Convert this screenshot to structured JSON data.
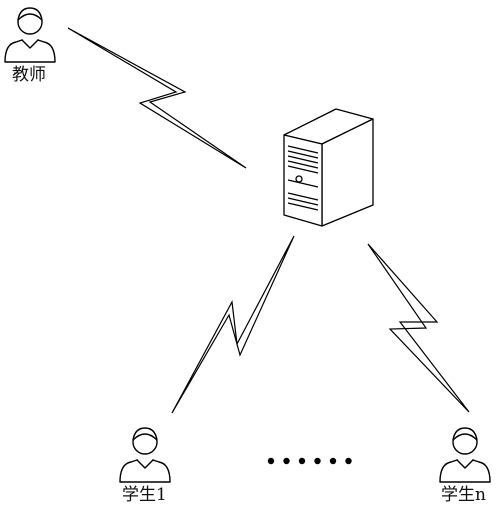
{
  "diagram": {
    "teacher": {
      "label": "教师",
      "icon": "person-icon"
    },
    "server": {
      "icon": "server-tower-icon"
    },
    "student_1": {
      "label": "学生1",
      "icon": "person-icon"
    },
    "student_n": {
      "label": "学生n",
      "icon": "person-icon"
    },
    "ellipsis": {
      "dot_count": 6
    },
    "links": [
      {
        "from": "teacher",
        "to": "server",
        "type": "wireless-lightning"
      },
      {
        "from": "server",
        "to": "student_1",
        "type": "wireless-lightning"
      },
      {
        "from": "server",
        "to": "student_n",
        "type": "wireless-lightning"
      }
    ],
    "colors": {
      "stroke": "#000000",
      "background": "#ffffff"
    }
  }
}
